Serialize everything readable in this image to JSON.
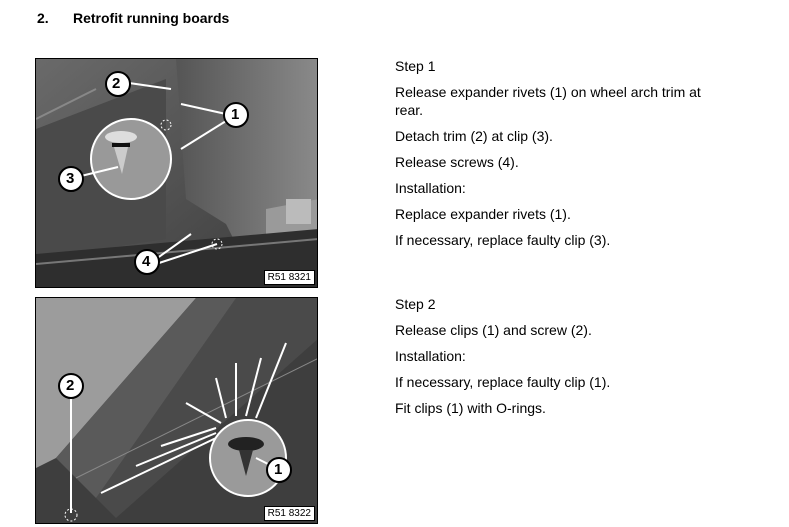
{
  "section": {
    "number": "2.",
    "title": "Retrofit running boards"
  },
  "step1": {
    "title": "Step 1",
    "lines": [
      "Release expander rivets (1) on wheel arch trim at",
      "rear.",
      "Detach trim (2) at clip (3).",
      "Release screws (4).",
      "Installation:",
      "Replace expander rivets (1).",
      "If necessary, replace faulty clip (3)."
    ],
    "figure": {
      "ref": "R51 8321",
      "callouts": [
        "1",
        "2",
        "3",
        "4"
      ]
    }
  },
  "step2": {
    "title": "Step 2",
    "lines": [
      "Release clips (1) and screw (2).",
      "Installation:",
      "If necessary, replace faulty clip (1).",
      "Fit clips (1) with O-rings."
    ],
    "figure": {
      "ref": "R51 8322",
      "callouts": [
        "1",
        "2"
      ]
    }
  }
}
